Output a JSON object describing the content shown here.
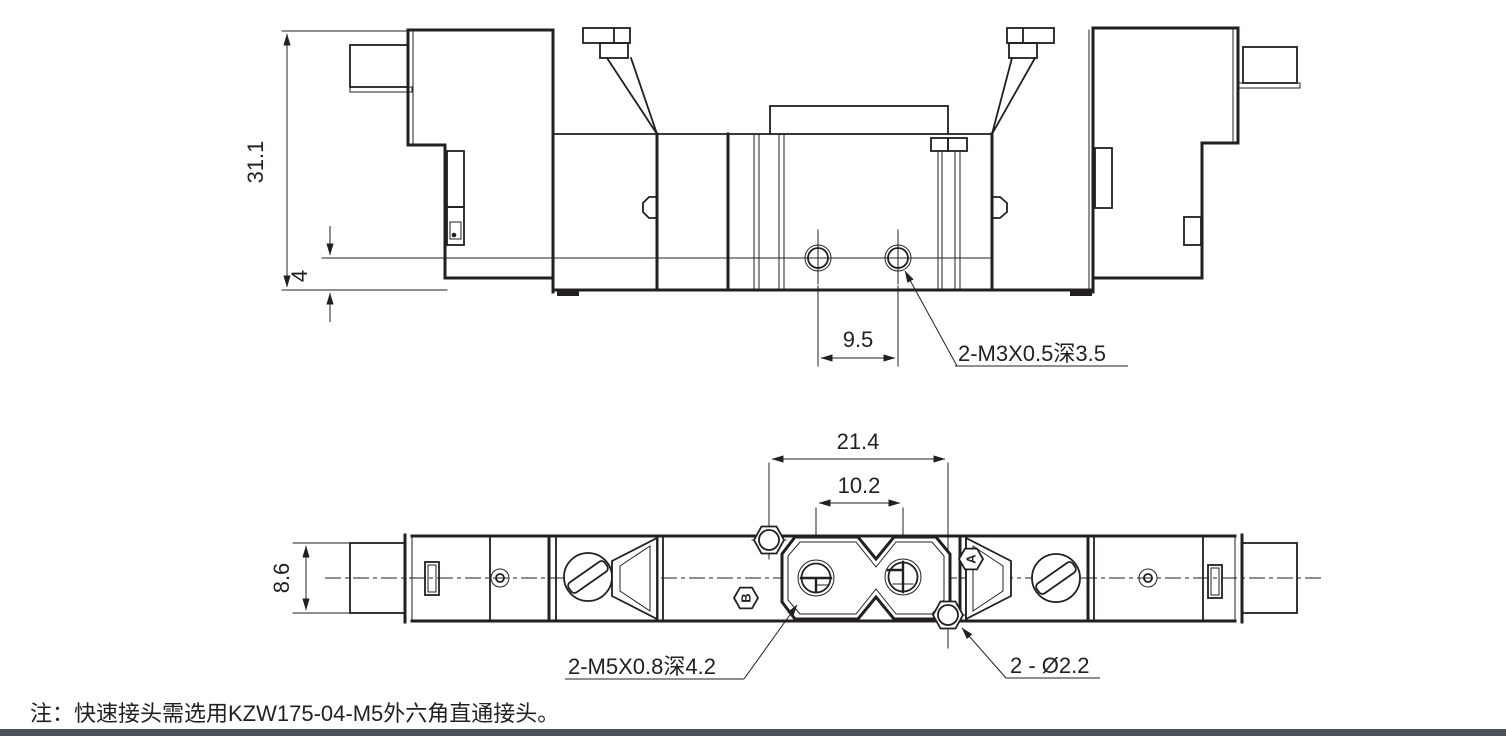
{
  "drawing": {
    "front_view": {
      "dim_overall_height": "31.1",
      "dim_bottom_offset": "4",
      "dim_hole_spacing": "9.5",
      "leader_thread_label": "2-M3X0.5深3.5"
    },
    "plan_view": {
      "dim_hex_spacing": "21.4",
      "dim_port_spacing": "10.2",
      "dim_body_width": "8.6",
      "leader_port_thread_label": "2-M5X0.8深4.2",
      "leader_hole_dia_label": "2 - Ø2.2",
      "port_a_label": "A",
      "port_b_label": "B"
    },
    "note": "注：快速接头需选用KZW175-04-M5外六角直通接头。"
  },
  "colors": {
    "line": "#241f1f",
    "footer_bar": "#4b545c",
    "background": "#ffffff"
  }
}
